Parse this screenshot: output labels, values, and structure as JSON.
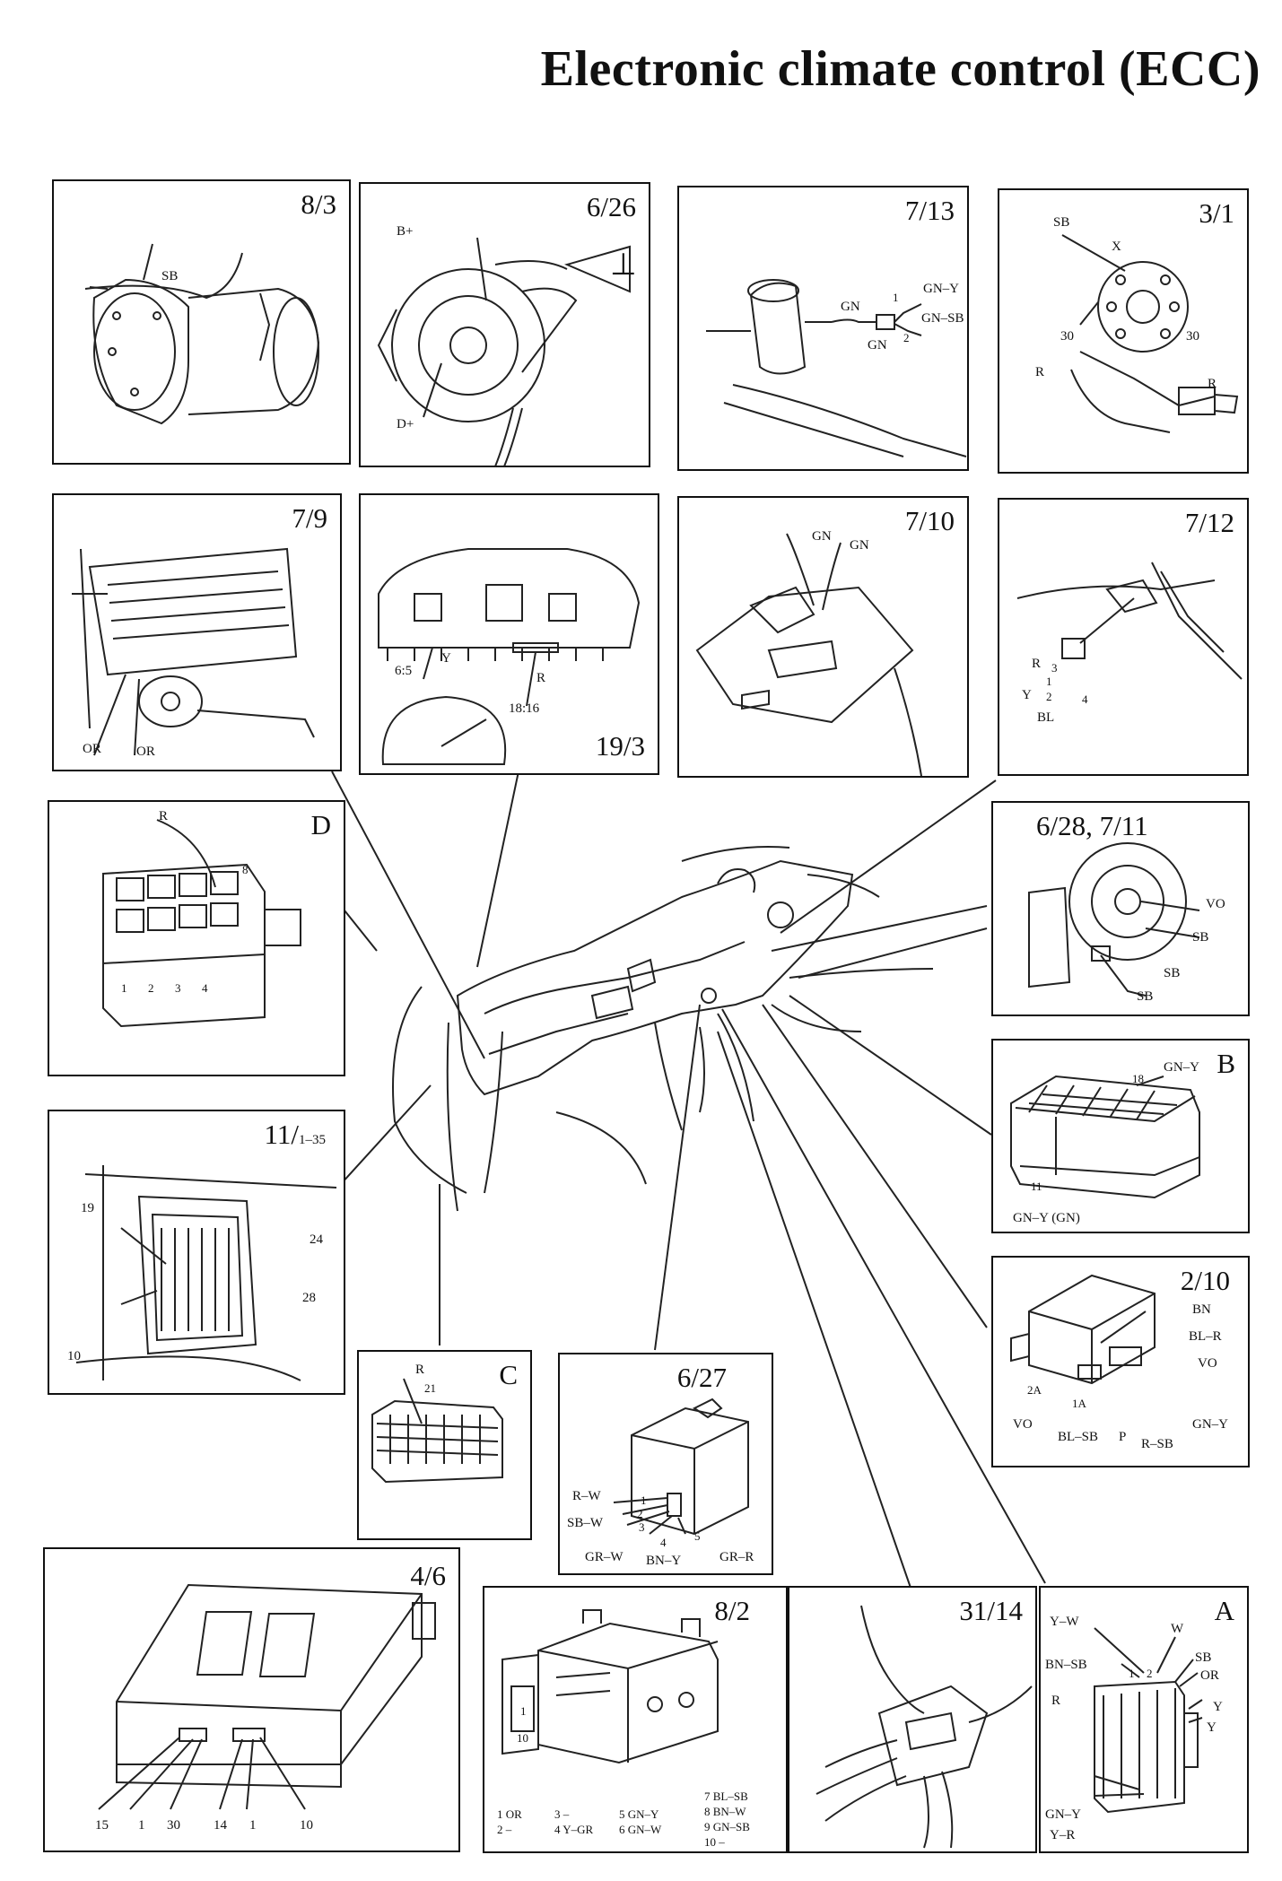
{
  "title": "Electronic climate control (ECC)",
  "panels": {
    "p8_3": {
      "title": "8/3",
      "labels": [
        "SB"
      ]
    },
    "p6_26": {
      "title": "6/26",
      "labels": [
        "B+",
        "D+",
        "⊥"
      ]
    },
    "p7_13": {
      "title": "7/13",
      "labels": [
        "1",
        "GN–Y",
        "GN",
        "GN–SB",
        "2",
        "GN"
      ]
    },
    "p3_1": {
      "title": "3/1",
      "labels": [
        "SB",
        "X",
        "30",
        "30",
        "R",
        "R"
      ]
    },
    "p7_9": {
      "title": "7/9",
      "labels": [
        "OR",
        "OR"
      ]
    },
    "p19_3": {
      "title": "19/3",
      "labels": [
        "6:5",
        "Y",
        "R",
        "18:16"
      ]
    },
    "p7_10": {
      "title": "7/10",
      "labels": [
        "GN",
        "GN"
      ]
    },
    "p7_12": {
      "title": "7/12",
      "labels": [
        "R",
        "3",
        "1",
        "Y",
        "2",
        "4",
        "BL"
      ]
    },
    "pD": {
      "title": "D",
      "labels": [
        "R",
        "8",
        "1",
        "2",
        "3",
        "4"
      ]
    },
    "p6_28": {
      "title": "6/28, 7/11",
      "labels": [
        "VO",
        "SB",
        "SB",
        "SB"
      ]
    },
    "pB": {
      "title": "B",
      "labels": [
        "GN–Y",
        "18",
        "11",
        "GN–Y (GN)"
      ]
    },
    "p11_1": {
      "title": "11/",
      "subtitle": "1–35",
      "labels": [
        "19",
        "24",
        "28",
        "10"
      ]
    },
    "p2_10": {
      "title": "2/10",
      "labels": [
        "BN",
        "BL–R",
        "VO",
        "2A",
        "1A",
        "VO",
        "BL–SB",
        "P",
        "R–SB",
        "GN–Y"
      ]
    },
    "pC": {
      "title": "C",
      "labels": [
        "R",
        "21"
      ]
    },
    "p6_27": {
      "title": "6/27",
      "labels": [
        "R–W",
        "1",
        "2",
        "SB–W",
        "3",
        "GR–W",
        "4",
        "BN–Y",
        "5",
        "GR–R"
      ]
    },
    "p4_6": {
      "title": "4/6",
      "labels": [
        "15",
        "1",
        "30",
        "14",
        "1",
        "10"
      ]
    },
    "p8_2": {
      "title": "8/2",
      "labels": [
        "1",
        "10",
        "1 OR",
        "2 –",
        "3 –",
        "4 Y–GR",
        "5 GN–Y",
        "6 GN–W",
        "7 BL–SB",
        "8 BN–W",
        "9 GN–SB",
        "10 –"
      ]
    },
    "p31_14": {
      "title": "31/14",
      "labels": []
    },
    "pA": {
      "title": "A",
      "labels": [
        "Y–W",
        "W",
        "BN–SB",
        "1",
        "2",
        "SB",
        "OR",
        "R",
        "Y",
        "Y",
        "GN–Y",
        "Y–R"
      ]
    }
  }
}
